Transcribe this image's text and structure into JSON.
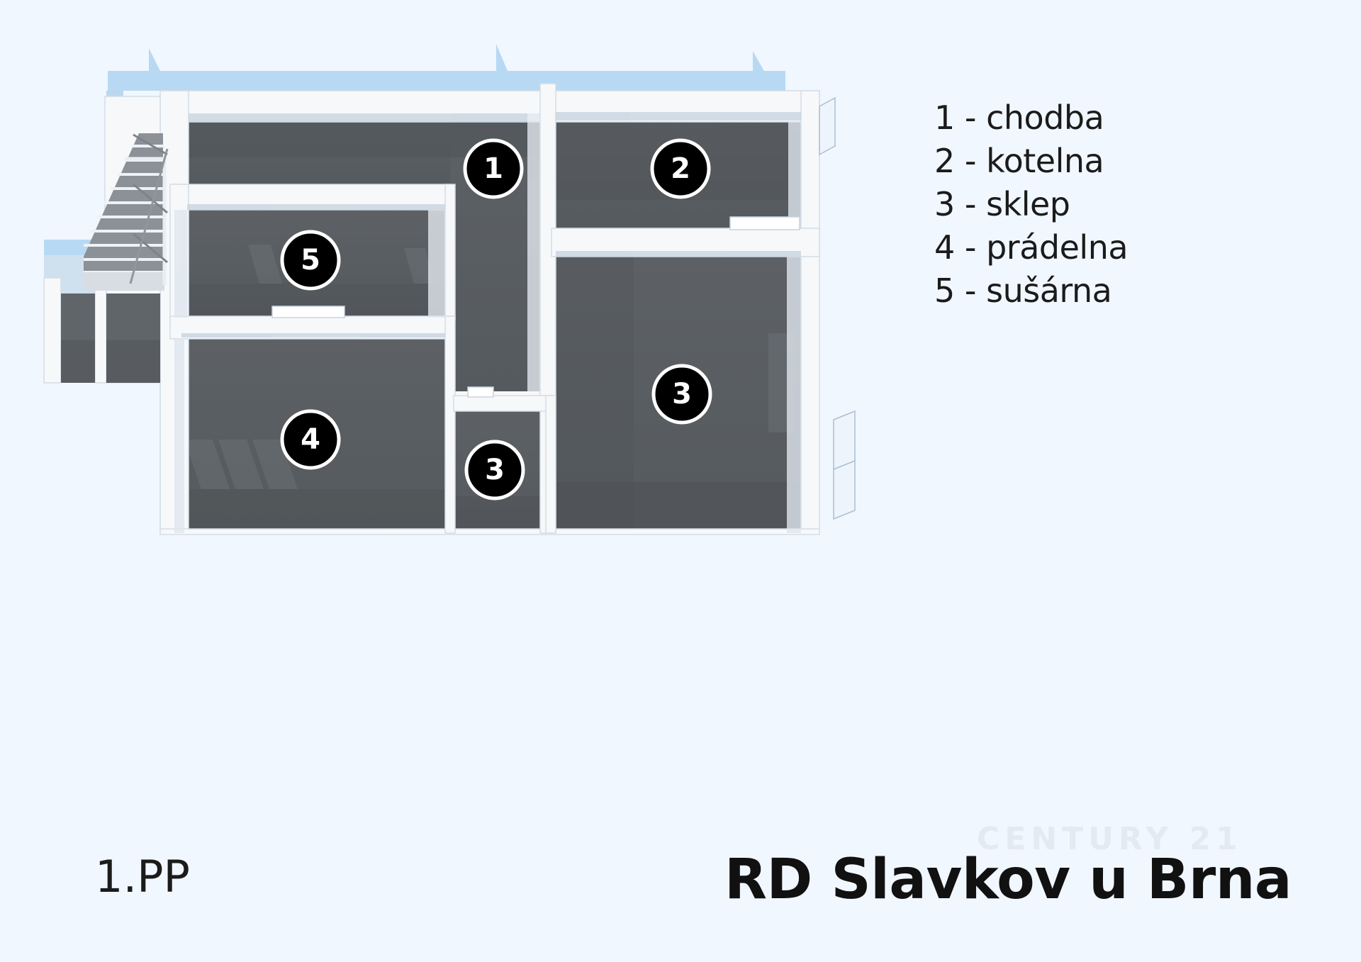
{
  "legend": {
    "items": [
      {
        "number": "1",
        "label": "1 - chodba"
      },
      {
        "number": "2",
        "label": "2 - kotelna"
      },
      {
        "number": "3",
        "label": "3 - sklep"
      },
      {
        "number": "4",
        "label": "4 - prádelna"
      },
      {
        "number": "5",
        "label": "5 - sušárna"
      }
    ]
  },
  "rooms": [
    {
      "name": "chodba",
      "badge": "1"
    },
    {
      "name": "kotelna",
      "badge": "2"
    },
    {
      "name": "sklep-large",
      "badge": "3"
    },
    {
      "name": "sklep-small",
      "badge": "3"
    },
    {
      "name": "pradelna",
      "badge": "4"
    },
    {
      "name": "susarna",
      "badge": "5"
    }
  ],
  "floor_label": "1.PP",
  "title": "RD Slavkov u Brna",
  "watermark": "CENTURY 21",
  "colors": {
    "background": "#f1f7fe",
    "floor": "#5f6367",
    "wall_top": "#f7f8fa",
    "wall_shadow": "#b6c4d4",
    "outer_blue": "#b8d9f4",
    "badge": "#000000",
    "badge_ring": "#ffffff"
  }
}
